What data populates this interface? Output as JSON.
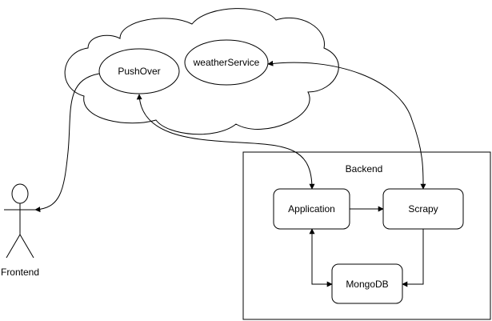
{
  "diagram": {
    "cloud": {
      "nodes": {
        "pushover": "PushOver",
        "weather": "weatherService"
      }
    },
    "backend": {
      "title": "Backend",
      "nodes": {
        "application": "Application",
        "scrapy": "Scrapy",
        "mongodb": "MongoDB"
      }
    },
    "actor": {
      "label": "Frontend"
    }
  }
}
